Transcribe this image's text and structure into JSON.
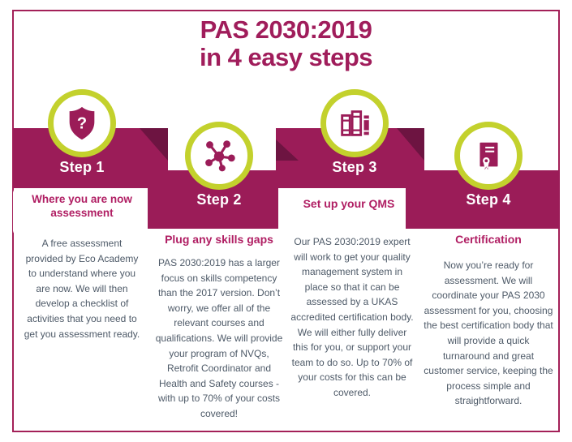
{
  "title": {
    "line1": "PAS 2030:2019",
    "line2": "in 4 easy steps"
  },
  "colors": {
    "magenta": "#9b1c58",
    "magenta_dark": "#6d1441",
    "lime": "#c3d12d",
    "title": "#a01d5b",
    "subtitle": "#b01e63",
    "body_text": "#4e5a68",
    "border": "#a32058"
  },
  "steps": [
    {
      "label": "Step 1",
      "icon": "shield-question",
      "subtitle": "Where you are now assessment",
      "body": "A free assessment provided by Eco Academy to understand where you are now. We will then develop a checklist of activities that you need to get you assessment ready."
    },
    {
      "label": "Step 2",
      "icon": "network",
      "subtitle": "Plug any skills gaps",
      "body": "PAS 2030:2019 has a larger focus on skills competency than the 2017 version. Don’t worry, we offer all of the relevant courses and qualifications. We will provide your program of NVQs, Retrofit Coordinator and Health and Safety courses - with up to 70% of your costs covered!"
    },
    {
      "label": "Step 3",
      "icon": "books",
      "subtitle": "Set up your QMS",
      "body": "Our PAS 2030:2019 expert will work to get your quality management system in place so that it can be assessed by a UKAS accredited certification body. We will either fully deliver this for you, or support your team to do so. Up to 70% of your costs for this can be covered."
    },
    {
      "label": "Step 4",
      "icon": "certificate",
      "subtitle": "Certification",
      "body": "Now you’re ready for assessment. We will coordinate your PAS 2030 assessment for you, choosing the best certification body that will provide a quick turnaround and great customer service, keeping the process simple and straightforward."
    }
  ]
}
